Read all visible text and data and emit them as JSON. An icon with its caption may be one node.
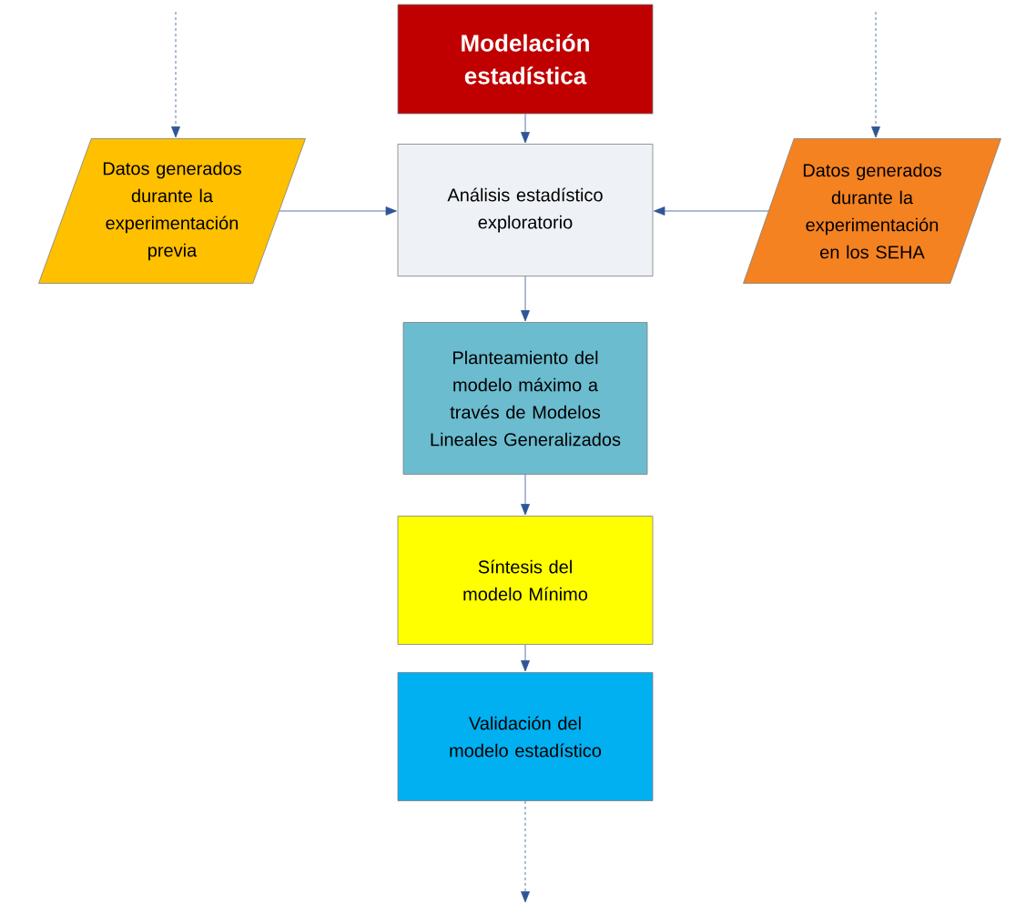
{
  "diagram": {
    "nodes": [
      {
        "text": [
          "Modelación estadística"
        ]
      },
      {
        "text": [
          "Análisis estadístico exploratorio"
        ]
      },
      {
        "text": [
          "Datos generados durante la experimentación previa"
        ]
      },
      {
        "text": [
          "Datos generados durante la experimentación en los SEHA"
        ]
      },
      {
        "text": [
          "Planteamiento del modelo máximo a través de Modelos Lineales Generalizados"
        ]
      },
      {
        "text": [
          "Síntesis del modelo Mínimo"
        ]
      },
      {
        "text": [
          "Validación del modelo estadístico"
        ]
      }
    ],
    "edges": [
      {
        "from": 0,
        "to": 1,
        "arrow": "to"
      },
      {
        "from": 2,
        "to": 1,
        "arrow": "to"
      },
      {
        "from": 3,
        "to": 1,
        "arrow": "to"
      },
      {
        "from": 1,
        "to": 4,
        "arrow": "to"
      },
      {
        "from": 4,
        "to": 5,
        "arrow": "to"
      },
      {
        "from": 5,
        "to": 6,
        "arrow": "to"
      },
      {
        "from": null,
        "to": 2,
        "arrow": "to",
        "style": "dashed"
      },
      {
        "from": null,
        "to": 3,
        "arrow": "to",
        "style": "dashed"
      },
      {
        "from": 6,
        "to": null,
        "arrow": "to",
        "style": "dashed"
      }
    ]
  }
}
